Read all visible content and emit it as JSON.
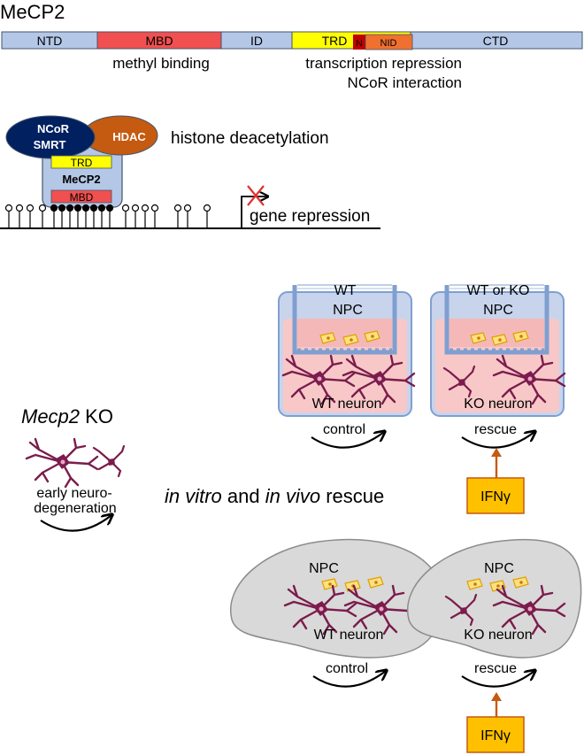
{
  "title": "MeCP2",
  "domains": {
    "ntd": "NTD",
    "mbd": "MBD",
    "id": "ID",
    "trd": "TRD",
    "n": "N",
    "nid": "NID",
    "ctd": "CTD"
  },
  "domain_notes": {
    "methyl_binding": "methyl binding",
    "transcription_repression": "transcription repression",
    "ncor_interaction": "NCoR interaction"
  },
  "complex": {
    "ncor_line1": "NCoR",
    "ncor_line2": "SMRT",
    "hdac": "HDAC",
    "histone_deacetylation": "histone deacetylation",
    "trd": "TRD",
    "mecp2": "MeCP2",
    "mbd": "MBD",
    "gene_repression": "gene repression"
  },
  "invitro": {
    "control": {
      "npc_line1": "WT",
      "npc_line2": "NPC",
      "neuron": "WT neuron",
      "label": "control"
    },
    "rescue": {
      "npc_line1": "WT or KO",
      "npc_line2": "NPC",
      "neuron": "KO neuron",
      "label": "rescue"
    }
  },
  "mecp2_ko": {
    "title_italic": "Mecp2",
    "title_rest": " KO",
    "line1": "early neuro-",
    "line2": "degeneration"
  },
  "rescue_heading": {
    "part1": "in vitro",
    "part2": " and ",
    "part3": "in vivo",
    "part4": " rescue"
  },
  "ifn": "IFNγ",
  "invivo": {
    "control": {
      "npc": "NPC",
      "neuron": "WT neuron",
      "label": "control"
    },
    "rescue": {
      "npc": "NPC",
      "neuron": "KO neuron",
      "label": "rescue"
    }
  },
  "colors": {
    "domain_blue": "#b4c7e7",
    "mbd_red": "#f05050",
    "trd_yellow": "#ffff00",
    "nid_orange": "#f07030",
    "n_red": "#c00000",
    "ncor_navy": "#002060",
    "hdac_orange": "#c55a11",
    "neuron": "#7b1c4c",
    "medium_pink": "#f8c8c8",
    "ifn_fill": "#ffc000",
    "ifn_arrow": "#c55a11",
    "brain_gray": "#d9d9d9"
  }
}
